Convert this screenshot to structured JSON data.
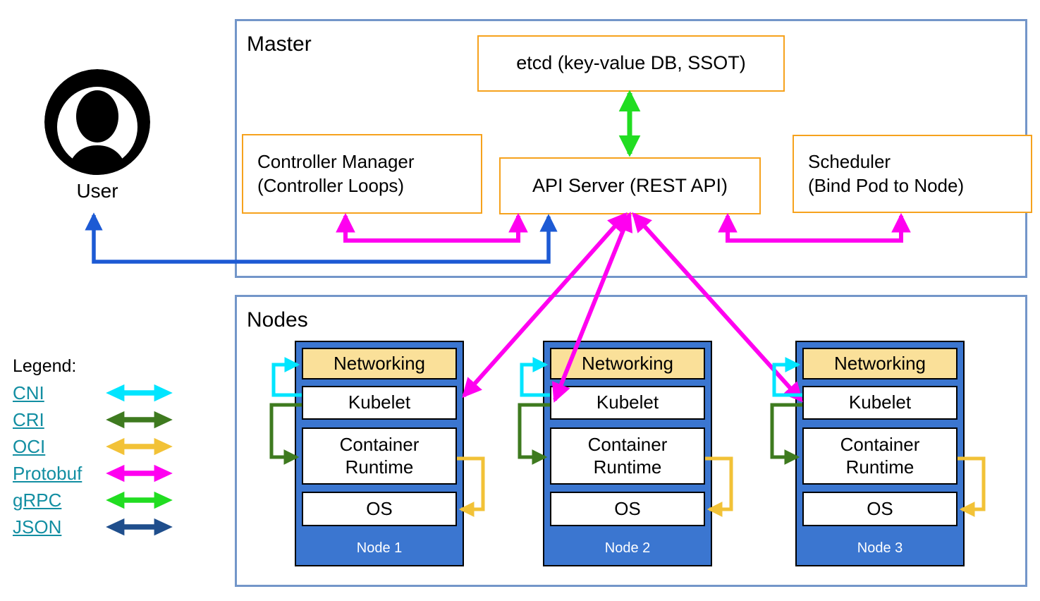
{
  "user": {
    "label": "User"
  },
  "master": {
    "title": "Master",
    "etcd_label": "etcd (key-value DB, SSOT)",
    "controller_manager_line1": "Controller Manager",
    "controller_manager_line2": "(Controller Loops)",
    "api_server_label": "API Server (REST API)",
    "scheduler_line1": "Scheduler",
    "scheduler_line2": "(Bind Pod to Node)"
  },
  "nodes_section": {
    "title": "Nodes",
    "layers": {
      "networking": "Networking",
      "kubelet": "Kubelet",
      "container_runtime": "Container Runtime",
      "os": "OS"
    },
    "nodes": [
      {
        "label": "Node 1"
      },
      {
        "label": "Node 2"
      },
      {
        "label": "Node 3"
      }
    ]
  },
  "legend": {
    "title": "Legend:",
    "items": [
      {
        "label": "CNI",
        "color": "#00E5FF"
      },
      {
        "label": "CRI",
        "color": "#3E7A1F"
      },
      {
        "label": "OCI",
        "color": "#F2C237"
      },
      {
        "label": "Protobuf",
        "color": "#FF00F0"
      },
      {
        "label": "gRPC",
        "color": "#21DD21"
      },
      {
        "label": "JSON",
        "color": "#1F4E8C"
      }
    ]
  },
  "colors": {
    "box_border_orange": "#F6A21D",
    "section_border_blue": "#7396C9",
    "node_fill_blue": "#3B76D0",
    "networking_fill": "#FAE099",
    "legend_link_teal": "#128EA2",
    "user_json_arrow_blue": "#1D5AD4"
  }
}
